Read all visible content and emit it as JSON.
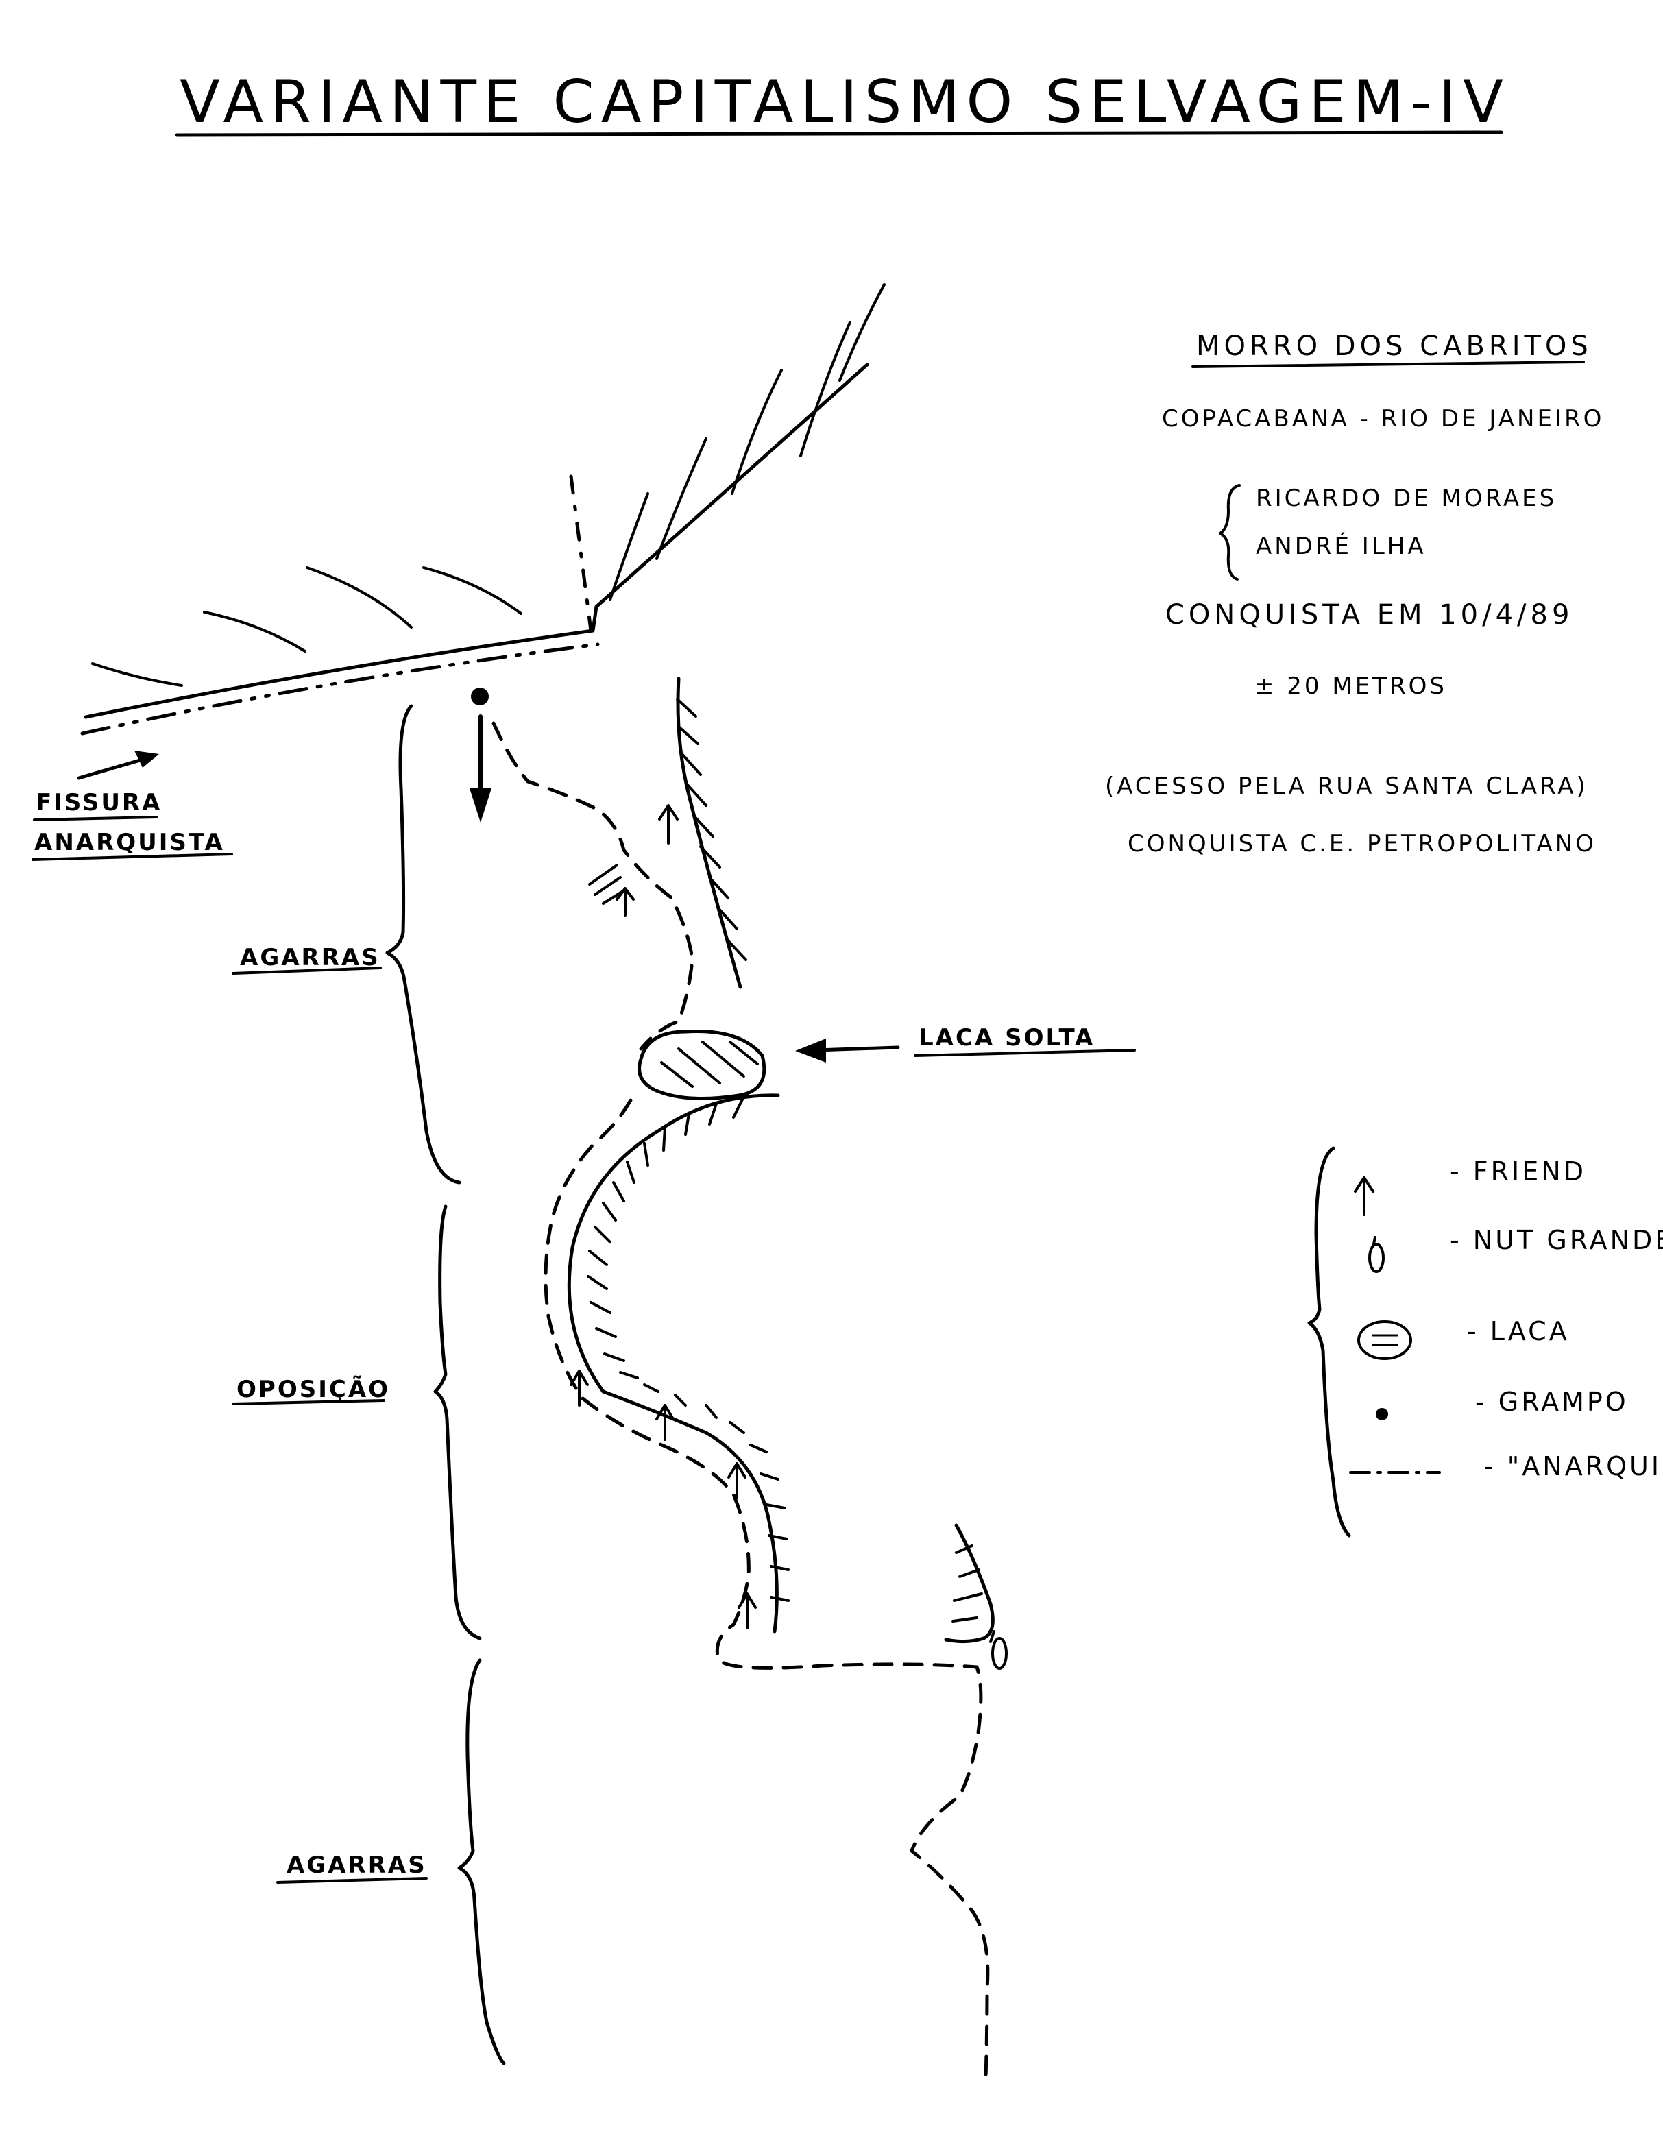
{
  "title": "VARIANTE CAPITALISMO SELVAGEM-IV",
  "info": {
    "location": "MORRO DOS CABRITOS",
    "place": "COPACABANA - RIO DE JANEIRO",
    "climbers": [
      "RICARDO DE MORAES",
      "ANDRÉ ILHA"
    ],
    "conquest_date": "CONQUISTA EM 10/4/89",
    "length": "± 20 METROS",
    "access": "(ACESSO PELA RUA SANTA CLARA)",
    "club": "CONQUISTA C.E. PETROPOLITANO"
  },
  "labels": {
    "fissure": [
      "FISSURA",
      "ANARQUISTA"
    ],
    "holds_top": "AGARRAS",
    "opposition": "OPOSIÇÃO",
    "holds_bottom": "AGARRAS",
    "loose_flake": "LACA SOLTA"
  },
  "legend": [
    {
      "icon": "friend-icon",
      "label": "- FRIEND"
    },
    {
      "icon": "nut-icon",
      "label": "- NUT GRANDE"
    },
    {
      "icon": "flake-icon",
      "label": "- LACA"
    },
    {
      "icon": "bolt-icon",
      "label": "- GRAMPO"
    },
    {
      "icon": "dash-dot-line-icon",
      "label": "- \"ANARQUISTA\""
    }
  ]
}
